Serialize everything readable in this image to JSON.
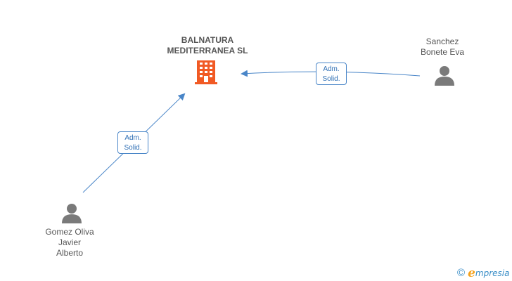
{
  "company": {
    "name_line1": "BALNATURA",
    "name_line2": "MEDITERRANEA SL",
    "icon": "building-icon",
    "icon_color": "#f15a24"
  },
  "persons": [
    {
      "id": "sanchez",
      "lines": [
        "Sanchez",
        "Bonete Eva"
      ],
      "icon": "person-icon"
    },
    {
      "id": "gomez",
      "lines": [
        "Gomez Oliva",
        "Javier",
        "Alberto"
      ],
      "icon": "person-icon"
    }
  ],
  "relations": [
    {
      "from": "sanchez",
      "to": "company",
      "label_line1": "Adm.",
      "label_line2": "Solid."
    },
    {
      "from": "gomez",
      "to": "company",
      "label_line1": "Adm.",
      "label_line2": "Solid."
    }
  ],
  "footer": {
    "copyright_symbol": "©",
    "brand_initial": "e",
    "brand_rest": "mpresia"
  },
  "colors": {
    "edge": "#4a86c8",
    "person": "#7a7a7a",
    "text": "#555555"
  }
}
